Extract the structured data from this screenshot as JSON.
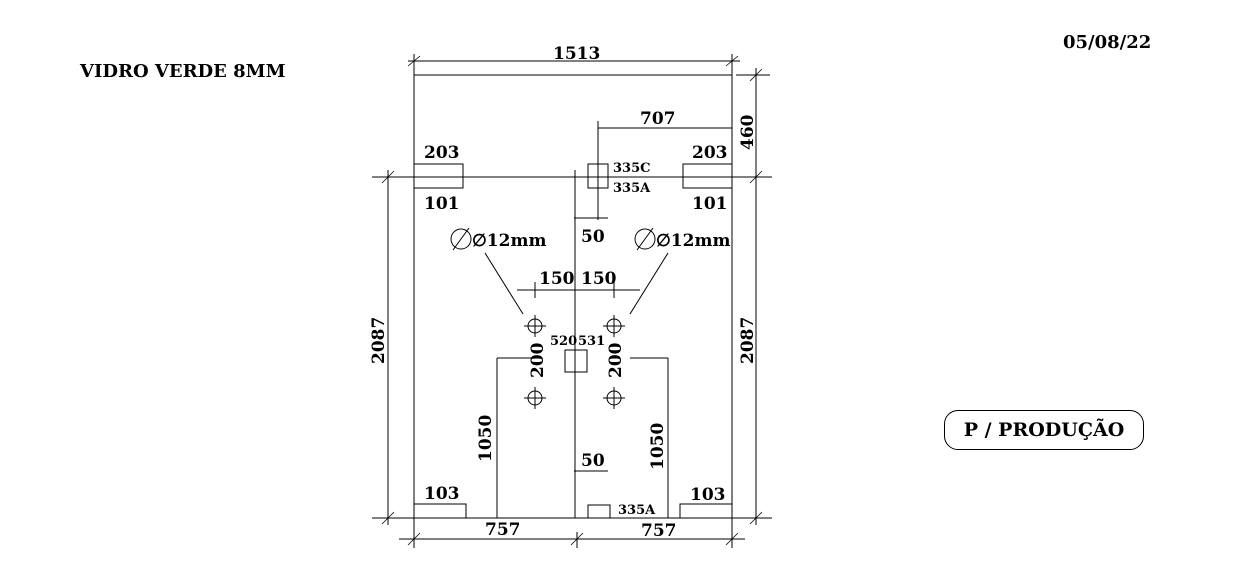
{
  "header": {
    "title": "VIDRO VERDE 8MM",
    "date": "05/08/22"
  },
  "badge": "P / PRODUÇÃO",
  "dimensions": {
    "total_width": "1513",
    "top_offset": "707",
    "top_right_height": "460",
    "left_height": "2087",
    "right_height": "2087",
    "top_left_notch_w": "203",
    "top_left_notch_h": "101",
    "top_right_notch_w": "203",
    "top_right_notch_h": "101",
    "hinge_code_top": "335C",
    "hinge_code_bottom": "335A",
    "hinge_drop": "50",
    "hole_left": "∅12mm",
    "hole_right": "∅12mm",
    "hole_spacing_left": "150",
    "hole_spacing_right": "150",
    "center_left": "520",
    "center_right": "531",
    "hole_vertical_left": "200",
    "hole_vertical_right": "200",
    "height_left": "1050",
    "height_right": "1050",
    "bottom_drop": "50",
    "bottom_hinge_code": "335A",
    "bottom_left_notch": "103",
    "bottom_right_notch": "103",
    "bottom_left_width": "757",
    "bottom_right_width": "757"
  }
}
